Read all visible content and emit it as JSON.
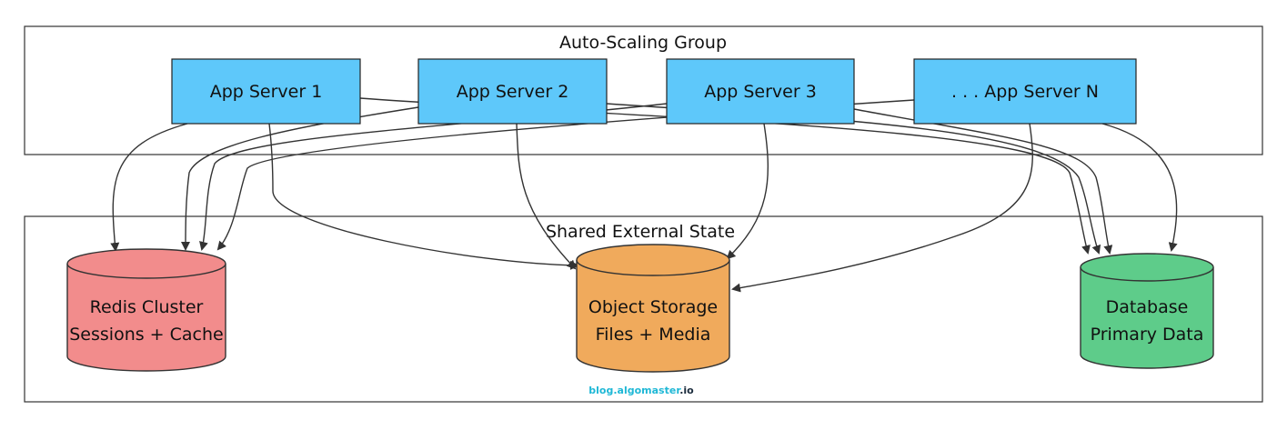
{
  "colors": {
    "server_fill": "#5ec8fa",
    "server_stroke": "#222222",
    "group_stroke": "#333333",
    "edge": "#333333",
    "redis_fill": "#f28c8c",
    "redis_stroke": "#333333",
    "object_fill": "#f0aa5c",
    "object_stroke": "#333333",
    "db_fill": "#5ecc8a",
    "db_stroke": "#333333",
    "watermark_cyan": "#1fb8d6",
    "watermark_dark": "#1a2b3c"
  },
  "groups": {
    "autoscaling": {
      "label": "Auto-Scaling Group"
    },
    "shared_state": {
      "label": "Shared External State"
    }
  },
  "servers": [
    {
      "id": "app1",
      "label": "App Server 1"
    },
    {
      "id": "app2",
      "label": "App Server 2"
    },
    {
      "id": "app3",
      "label": "App Server 3"
    },
    {
      "id": "appN",
      "label": ". . . App Server N"
    }
  ],
  "stores": {
    "redis": {
      "line1": "Redis Cluster",
      "line2": "Sessions + Cache"
    },
    "object": {
      "line1": "Object Storage",
      "line2": "Files + Media"
    },
    "db": {
      "line1": "Database",
      "line2": "Primary Data"
    }
  },
  "edges": [
    {
      "from": "app1",
      "to": "redis"
    },
    {
      "from": "app1",
      "to": "object"
    },
    {
      "from": "app1",
      "to": "db"
    },
    {
      "from": "app2",
      "to": "redis"
    },
    {
      "from": "app2",
      "to": "object"
    },
    {
      "from": "app2",
      "to": "db"
    },
    {
      "from": "app3",
      "to": "redis"
    },
    {
      "from": "app3",
      "to": "object"
    },
    {
      "from": "app3",
      "to": "db"
    },
    {
      "from": "appN",
      "to": "redis"
    },
    {
      "from": "appN",
      "to": "object"
    },
    {
      "from": "appN",
      "to": "db"
    }
  ],
  "watermark": {
    "part1": "blog.",
    "part2": "algomaster",
    "part3": ".io"
  }
}
